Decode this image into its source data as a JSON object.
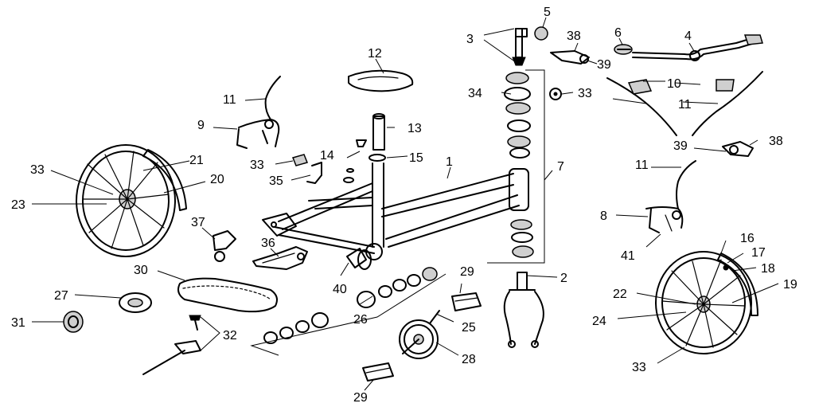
{
  "callouts": {
    "c1": "1",
    "c2": "2",
    "c3": "3",
    "c4": "4",
    "c5": "5",
    "c6": "6",
    "c7": "7",
    "c8": "8",
    "c9": "9",
    "c10": "10",
    "c11a": "11",
    "c11b": "11",
    "c11c": "11",
    "c12": "12",
    "c13": "13",
    "c14": "14",
    "c15": "15",
    "c16": "16",
    "c17": "17",
    "c18": "18",
    "c19": "19",
    "c20": "20",
    "c21": "21",
    "c22": "22",
    "c23": "23",
    "c24": "24",
    "c25": "25",
    "c26": "26",
    "c27": "27",
    "c28": "28",
    "c29a": "29",
    "c29b": "29",
    "c30": "30",
    "c31": "31",
    "c32": "32",
    "c33a": "33",
    "c33b": "33",
    "c33c": "33",
    "c33d": "33",
    "c34": "34",
    "c35": "35",
    "c36": "36",
    "c37": "37",
    "c38a": "38",
    "c38b": "38",
    "c39a": "39",
    "c39b": "39",
    "c40": "40",
    "c41": "41"
  }
}
